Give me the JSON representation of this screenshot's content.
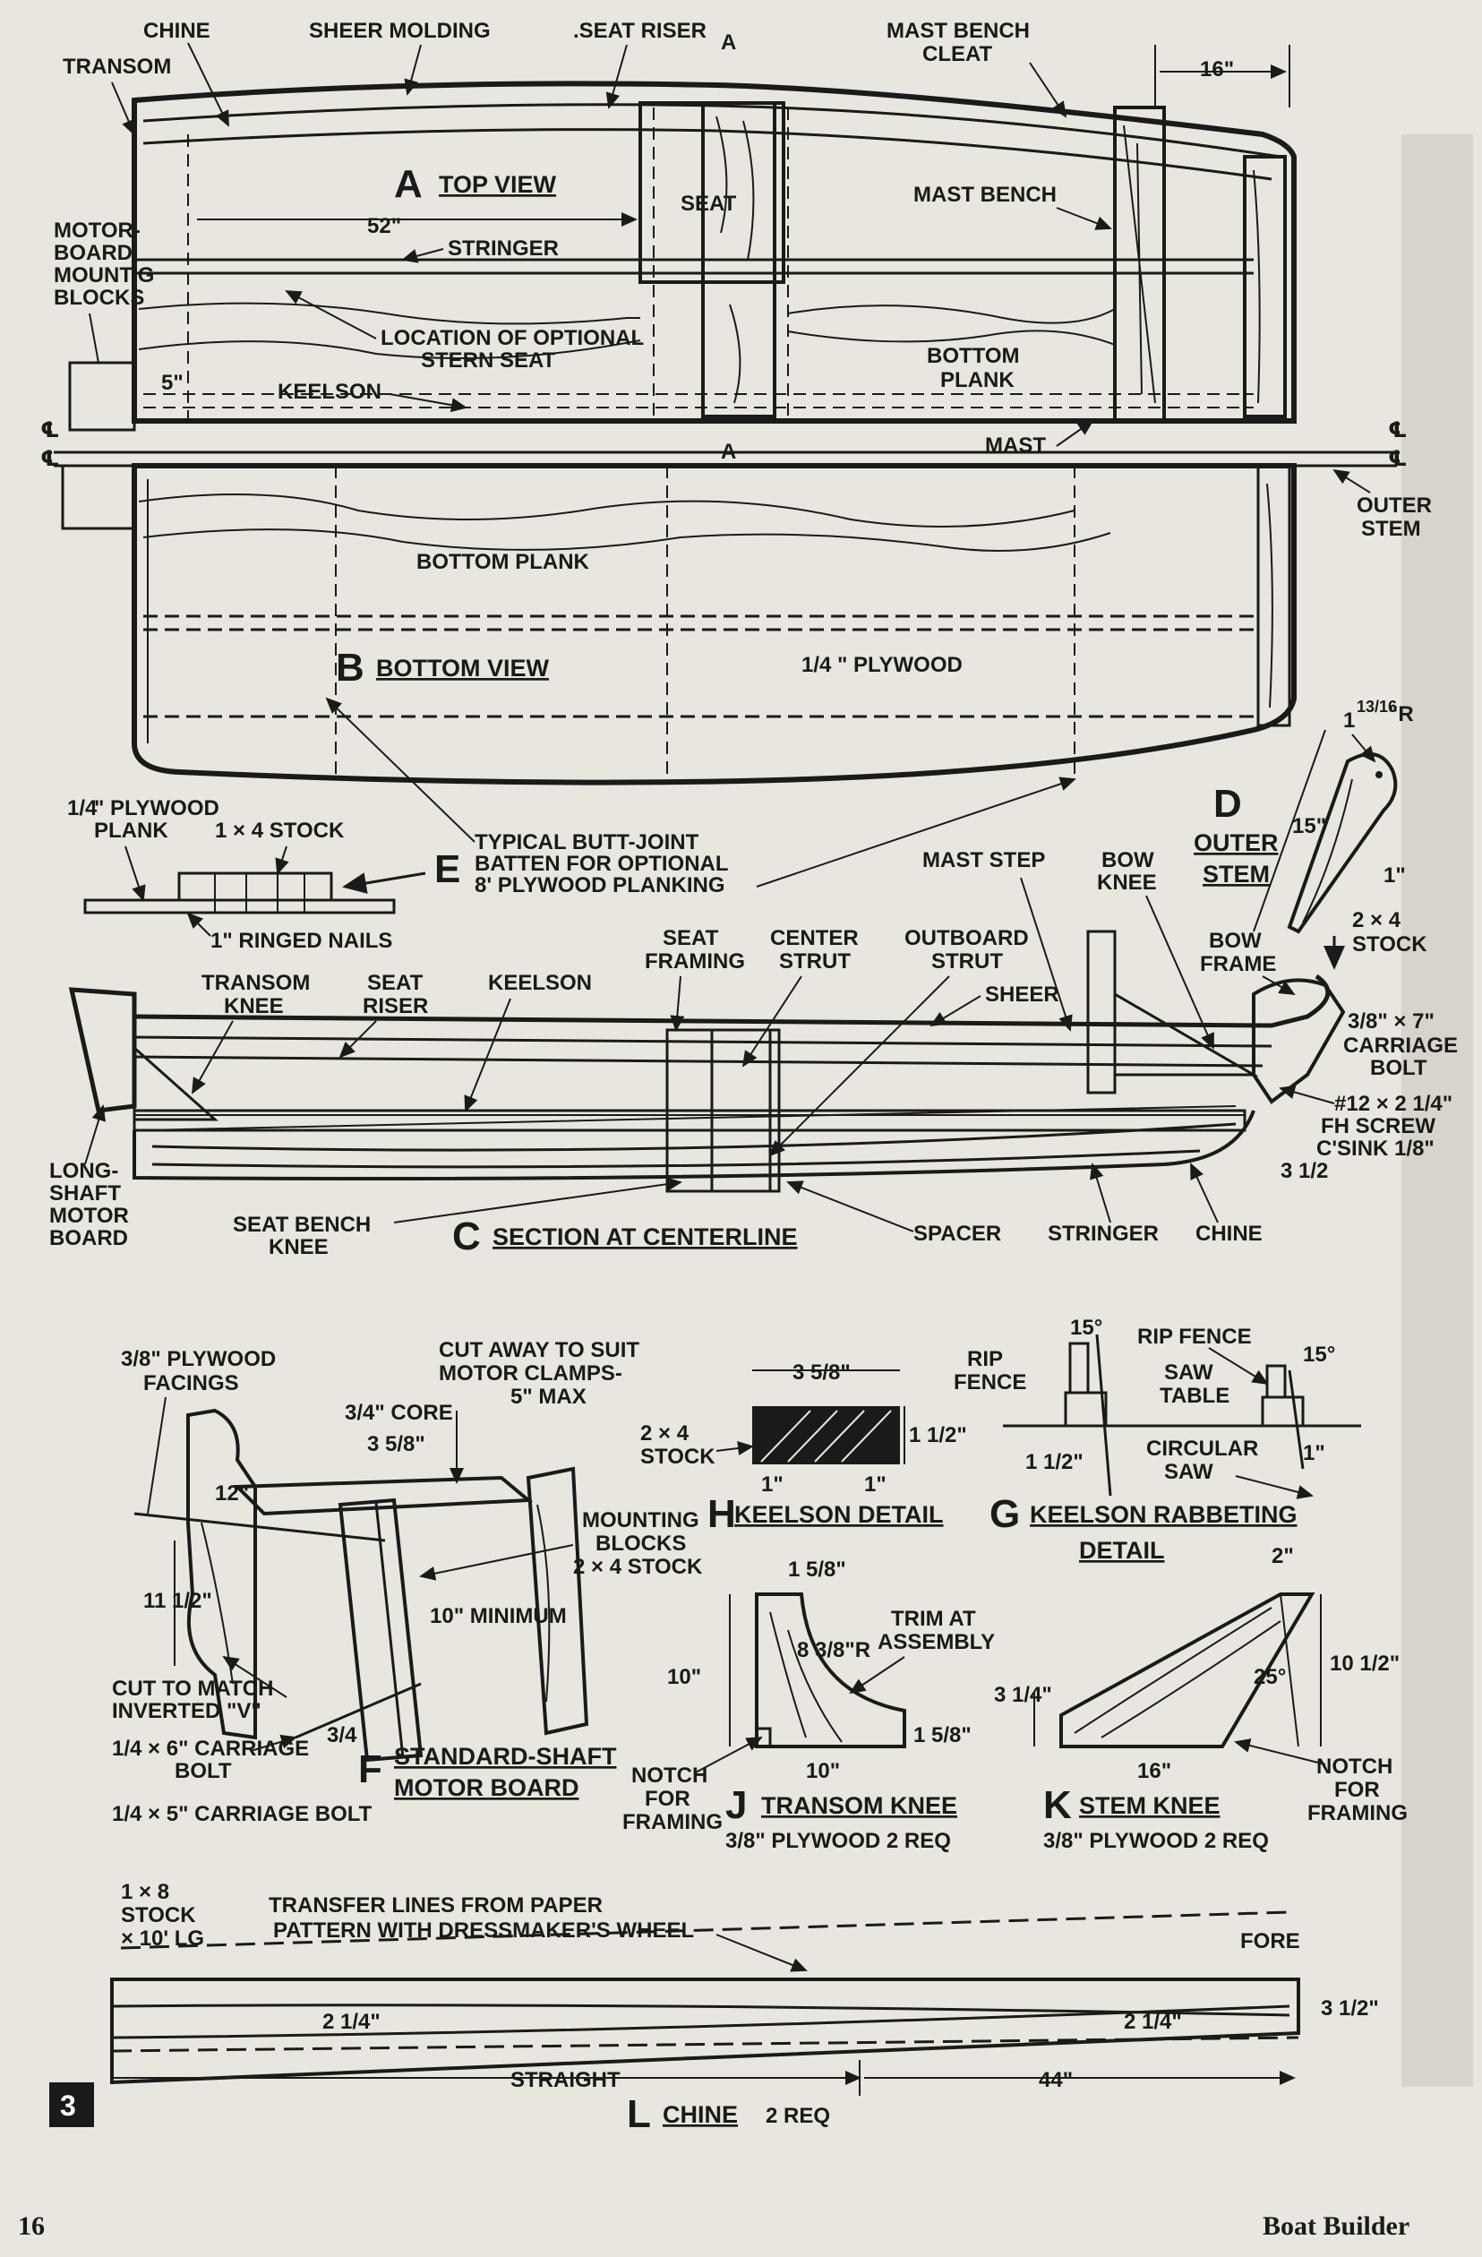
{
  "figure_number": "3",
  "footer": {
    "page_number": "16",
    "publication": "Boat Builder"
  },
  "top_view": {
    "letter": "A",
    "title": "TOP VIEW",
    "labels": {
      "chine": "CHINE",
      "sheer_molding": "SHEER MOLDING",
      "seat_riser": ".SEAT RISER",
      "section_mark_top": "A",
      "section_mark_bottom": "A",
      "mast_bench_cleat_1": "MAST BENCH",
      "mast_bench_cleat_2": "CLEAT",
      "dim_16": "16\"",
      "transom": "TRANSOM",
      "dim_52": "52\"",
      "seat": "SEAT",
      "mast_bench": "MAST BENCH",
      "stringer": "STRINGER",
      "motorboard_1": "MOTOR-",
      "motorboard_2": "BOARD",
      "motorboard_3": "MOUNT'G",
      "motorboard_4": "BLOCKS",
      "stern_seat_1": "LOCATION OF OPTIONAL",
      "stern_seat_2": "STERN SEAT",
      "bottom_plank_1": "BOTTOM",
      "bottom_plank_2": "PLANK",
      "dim_5": "5\"",
      "keelson": "KEELSON",
      "mast": "MAST",
      "cl_left": "℄",
      "cl_right": "℄"
    }
  },
  "bottom_view": {
    "letter": "B",
    "title": "BOTTOM VIEW",
    "labels": {
      "cl_left": "℄",
      "cl_right": "℄",
      "outer_stem_1": "OUTER",
      "outer_stem_2": "STEM",
      "bottom_plank": "BOTTOM PLANK",
      "plywood_frac": "1/4",
      "plywood_text": "\" PLYWOOD"
    }
  },
  "detail_e": {
    "letter": "E",
    "labels": {
      "plywood_frac": "1/4",
      "plywood_1": "\" PLYWOOD",
      "plywood_2": "PLANK",
      "stock": "1 × 4 STOCK",
      "nails": "1\" RINGED NAILS",
      "batten_1": "TYPICAL BUTT-JOINT",
      "batten_2": "BATTEN FOR OPTIONAL",
      "batten_3": "8' PLYWOOD PLANKING"
    }
  },
  "outer_stem": {
    "letter": "D",
    "title_1": "OUTER",
    "title_2": "STEM",
    "labels": {
      "radius_whole": "1",
      "radius_frac": "13/16",
      "radius_unit": "\"R",
      "dim_15": "15\"",
      "dim_1": "1\"",
      "stock_1": "2 × 4",
      "stock_2": "STOCK"
    }
  },
  "section_c": {
    "letter": "C",
    "title": "SECTION AT CENTERLINE",
    "labels": {
      "mast_step": "MAST STEP",
      "bow_knee_1": "BOW",
      "bow_knee_2": "KNEE",
      "seat_framing_1": "SEAT",
      "seat_framing_2": "FRAMING",
      "center_strut_1": "CENTER",
      "center_strut_2": "STRUT",
      "outboard_strut_1": "OUTBOARD",
      "outboard_strut_2": "STRUT",
      "transom_knee_1": "TRANSOM",
      "transom_knee_2": "KNEE",
      "seat_riser_1": "SEAT",
      "seat_riser_2": "RISER",
      "keelson": "KEELSON",
      "sheer": "SHEER",
      "bow_frame_1": "BOW",
      "bow_frame_2": "FRAME",
      "carriage_bolt_1": "3/8\" × 7\"",
      "carriage_bolt_2": "CARRIAGE",
      "carriage_bolt_3": "BOLT",
      "fh_screw_1": "#12 × 2 1/4\"",
      "fh_screw_2": "FH SCREW",
      "fh_screw_3": "C'SINK 1/8\"",
      "dim_3half": "3 1/2",
      "long_shaft_1": "LONG-",
      "long_shaft_2": "SHAFT",
      "long_shaft_3": "MOTOR",
      "long_shaft_4": "BOARD",
      "seat_bench_knee_1": "SEAT BENCH",
      "seat_bench_knee_2": "KNEE",
      "spacer": "SPACER",
      "stringer": "STRINGER",
      "chine": "CHINE"
    }
  },
  "motor_board": {
    "letter": "F",
    "title_1": "STANDARD-SHAFT",
    "title_2": "MOTOR BOARD",
    "labels": {
      "facings_1": "3/8\" PLYWOOD",
      "facings_2": "FACINGS",
      "cut_away_1": "CUT AWAY TO SUIT",
      "cut_away_2": "MOTOR CLAMPS-",
      "cut_away_3": "5\" MAX",
      "core": "3/4\" CORE",
      "dim_358": "3 5/8\"",
      "dim_12": "12\"",
      "dim_1112": "11 1/2\"",
      "mounting_1": "MOUNTING",
      "mounting_2": "BLOCKS",
      "mounting_3": "2 × 4 STOCK",
      "minimum": "10\" MINIMUM",
      "cut_match_1": "CUT TO MATCH",
      "cut_match_2": "INVERTED \"V\"",
      "bolt6_1": "1/4 × 6\" CARRIAGE",
      "bolt6_2": "BOLT",
      "dim_34": "3/4",
      "bolt5": "1/4 × 5\" CARRIAGE BOLT"
    }
  },
  "keelson_detail": {
    "letter": "H",
    "title": "KEELSON DETAIL",
    "labels": {
      "dim_358": "3 5/8\"",
      "dim_112": "1 1/2\"",
      "stock_1": "2 × 4",
      "stock_2": "STOCK",
      "dim_1a": "1\"",
      "dim_1b": "1\""
    }
  },
  "rabbeting_detail": {
    "letter": "G",
    "title_1": "KEELSON RABBETING",
    "title_2": "DETAIL",
    "labels": {
      "angle_left": "15°",
      "angle_right": "15°",
      "rip_fence_1": "RIP",
      "rip_fence_2": "FENCE",
      "rip_fence_r": "RIP FENCE",
      "saw_table_1": "SAW",
      "saw_table_2": "TABLE",
      "dim_112": "1 1/2\"",
      "circular_1": "CIRCULAR",
      "circular_2": "SAW",
      "dim_1": "1\""
    }
  },
  "transom_knee": {
    "letter": "J",
    "title": "TRANSOM KNEE",
    "spec": "3/8\" PLYWOOD   2 REQ",
    "labels": {
      "dim_158_top": "1 5/8\"",
      "radius": "8 3/8\"R",
      "trim_1": "TRIM AT",
      "trim_2": "ASSEMBLY",
      "dim_10v": "10\"",
      "dim_10h": "10\"",
      "dim_158_side": "1 5/8\"",
      "notch_1": "NOTCH",
      "notch_2": "FOR",
      "notch_3": "FRAMING"
    }
  },
  "stem_knee": {
    "letter": "K",
    "title": "STEM KNEE",
    "spec": "3/8\" PLYWOOD   2 REQ",
    "labels": {
      "dim_2": "2\"",
      "dim_1012": "10 1/2\"",
      "angle_25": "25°",
      "dim_314": "3 1/4\"",
      "dim_16": "16\"",
      "notch_1": "NOTCH",
      "notch_2": "FOR",
      "notch_3": "FRAMING"
    }
  },
  "chine_detail": {
    "letter": "L",
    "title": "CHINE",
    "count": "2 REQ",
    "labels": {
      "stock_1": "1 × 8",
      "stock_2": "STOCK",
      "stock_3": "× 10' LG",
      "transfer_1": "TRANSFER LINES FROM PAPER",
      "transfer_2": "PATTERN WITH DRESSMAKER'S WHEEL",
      "fore": "FORE",
      "dim_214_left": "2 1/4\"",
      "dim_214_right": "2 1/4\"",
      "dim_312": "3 1/2\"",
      "straight": "STRAIGHT",
      "dim_44": "44\""
    }
  },
  "icons": [
    "centerline-symbol",
    "section-arrow"
  ]
}
